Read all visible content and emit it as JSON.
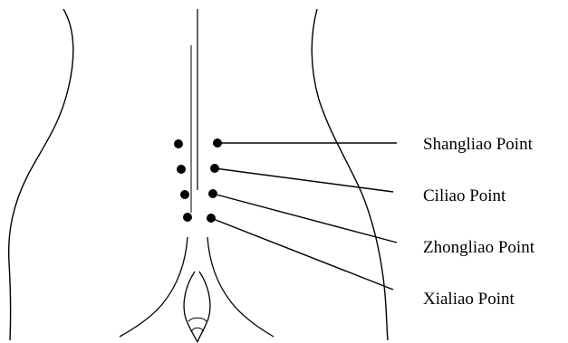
{
  "points": [
    {
      "id": "shangliao",
      "label": "Shangliao Point"
    },
    {
      "id": "ciliao",
      "label": "Ciliao Point"
    },
    {
      "id": "zhongliao",
      "label": "Zhongliao Point"
    },
    {
      "id": "xialiao",
      "label": "Xialiao Point"
    }
  ],
  "colors": {
    "line": "#000000",
    "background": "#ffffff"
  }
}
